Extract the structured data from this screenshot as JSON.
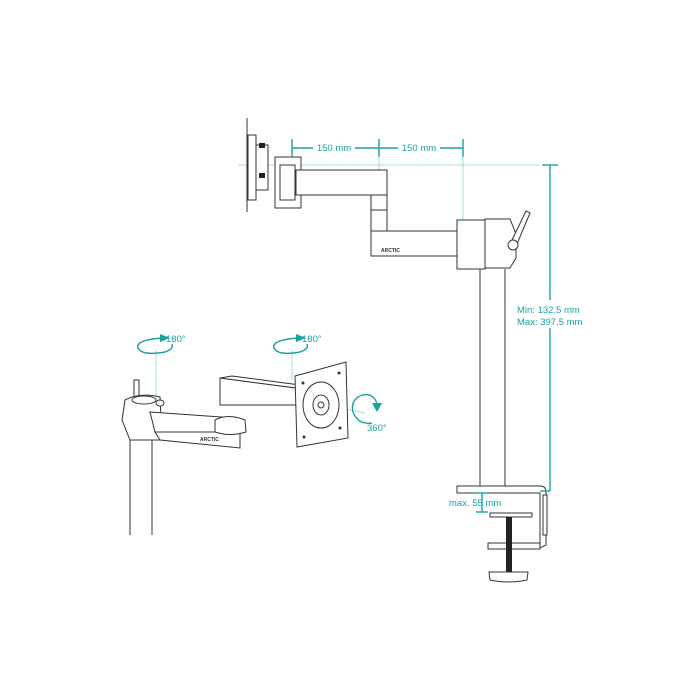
{
  "colors": {
    "accent": "#1aa3a3",
    "line": "#333333"
  },
  "top_view": {
    "arm_segment_1": "150 mm",
    "arm_segment_2": "150 mm",
    "height_min": "Min: 132.5 mm",
    "height_max": "Max: 397.5 mm",
    "desk_thickness": "max. 55 mm",
    "brand_logo": "ARCTIC"
  },
  "perspective_view": {
    "pole_rotation": "180°",
    "head_rotation": "180°",
    "plate_rotation": "360°",
    "brand_logo": "ARCTIC"
  }
}
